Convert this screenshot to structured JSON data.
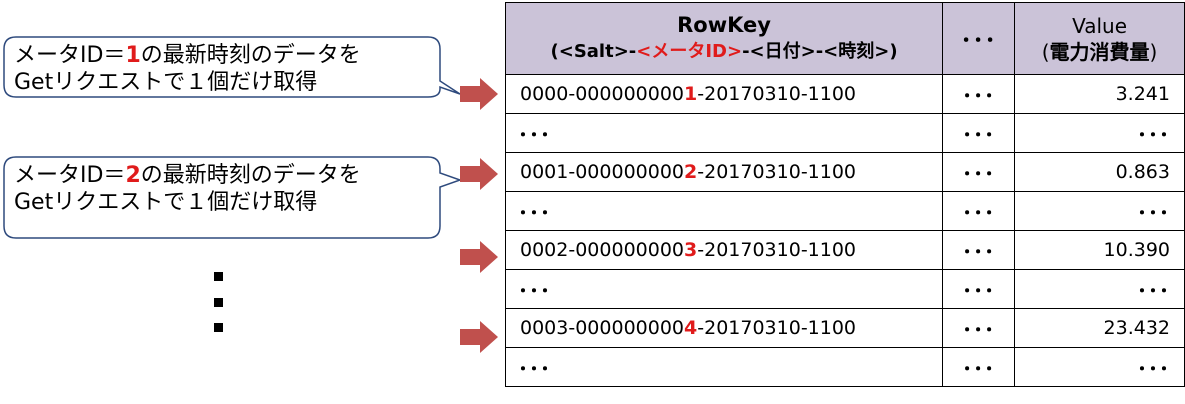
{
  "callouts": [
    {
      "line1_pre": "メータID＝",
      "num": "1",
      "line1_post": "の最新時刻のデータを",
      "line2": "Getリクエストで１個だけ取得"
    },
    {
      "line1_pre": "メータID＝",
      "num": "2",
      "line1_post": "の最新時刻のデータを",
      "line2": "Getリクエストで１個だけ取得"
    }
  ],
  "table": {
    "header": {
      "col1_title": "RowKey",
      "col1_sub_open": "(",
      "col1_sub_salt": "<Salt>-",
      "col1_sub_meter": "<メータID>",
      "col1_sub_rest": "-<日付>-<時刻>)",
      "col2": "･･･",
      "col3_line1": "Value",
      "col3_line2_open": "(",
      "col3_line2_bold": "電力消費量",
      "col3_line2_close": ")"
    },
    "rows": [
      {
        "prefix": "0000-000000000",
        "id": "1",
        "suffix": "-20170310-1100",
        "mid": "･･･",
        "value": "3.241"
      },
      {
        "ellipsis": "･･･",
        "mid": "･･･",
        "value": "･･･"
      },
      {
        "prefix": "0001-000000000",
        "id": "2",
        "suffix": "-20170310-1100",
        "mid": "･･･",
        "value": "0.863"
      },
      {
        "ellipsis": "･･･",
        "mid": "･･･",
        "value": "･･･"
      },
      {
        "prefix": "0002-000000000",
        "id": "3",
        "suffix": "-20170310-1100",
        "mid": "･･･",
        "value": "10.390"
      },
      {
        "ellipsis": "･･･",
        "mid": "･･･",
        "value": "･･･"
      },
      {
        "prefix": "0003-000000000",
        "id": "4",
        "suffix": "-20170310-1100",
        "mid": "･･･",
        "value": "23.432"
      },
      {
        "ellipsis": "･･･",
        "mid": "･･･",
        "value": "･･･"
      }
    ]
  },
  "colors": {
    "header_bg": "#cbc3d8",
    "arrow": "#c0504d",
    "highlight": "#e01b1b",
    "callout_border": "#2e4a7d"
  }
}
